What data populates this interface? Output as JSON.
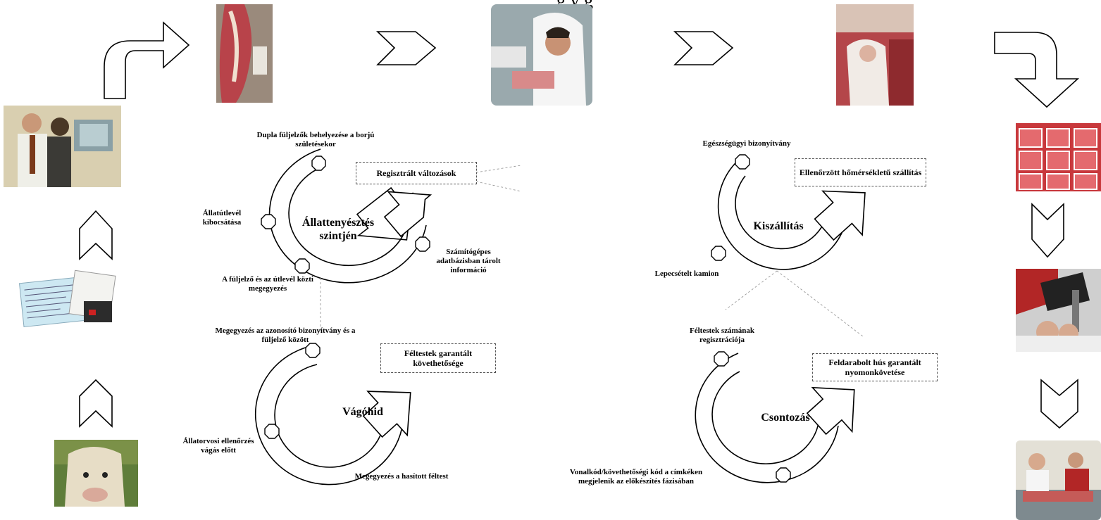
{
  "header": {
    "partial_text": "g                   y                   g"
  },
  "cycles": [
    {
      "center": "Állattenyésztés szintjén",
      "box": "Regisztrált változások",
      "labels": [
        "Dupla füljelzők behelyezése a borjú születésekor",
        "Állatútlevél kibocsátása",
        "A füljelző és az útlevél közti megegyezés",
        "Számítógépes adatbázisban tárolt információ"
      ]
    },
    {
      "center": "Kiszállítás",
      "box": "Ellenőrzött hőmérsékletű szállítás",
      "labels": [
        "Egészségügyi bizonyítvány",
        "Lepecsételt kamion"
      ]
    },
    {
      "center": "Vágóhid",
      "box": "Féltestek garantált követhetősége",
      "labels": [
        "Megegyezés az azonosító bizonyítvány és a füljelző között",
        "Állatorvosi ellenőrzés vágás előtt",
        "Megegyezés a hasított féltest"
      ]
    },
    {
      "center": "Csontozás",
      "box": "Feldarabolt hús garantált nyomonkövetése",
      "labels": [
        "Féltestek számának regisztrációja",
        "Vonalkód/követhetőségi kód a címkéken megjelenik az előkészítés fázisában"
      ]
    }
  ],
  "photos": [
    "office-workers",
    "carcass",
    "lab-worker",
    "meat-processing",
    "meat-trays",
    "labeling-hands",
    "butcher-shop",
    "passport-documents",
    "cow"
  ],
  "colors": {
    "line": "#000000",
    "dashed": "#888888",
    "background": "#ffffff"
  }
}
